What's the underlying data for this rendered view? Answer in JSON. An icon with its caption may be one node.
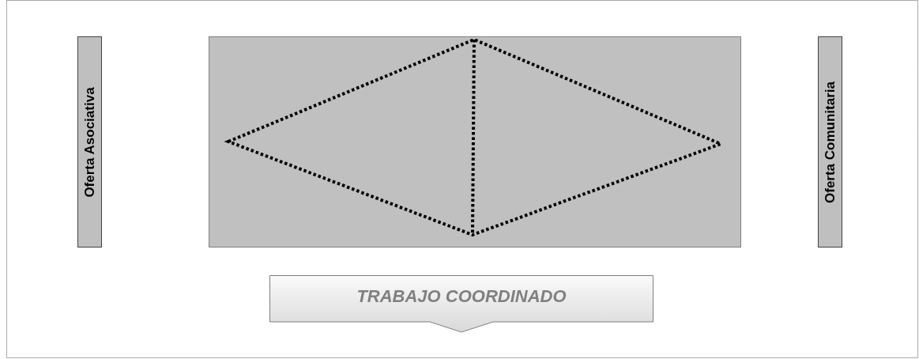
{
  "diagram": {
    "nodes": [
      {
        "text": [
          "Oferta Asociativa"
        ]
      },
      {
        "text": [],
        "shape": "box"
      },
      {
        "text": [
          "Oferta Comunitaria"
        ]
      },
      {
        "text": [
          "TRABAJO COORDINADO"
        ]
      }
    ]
  }
}
